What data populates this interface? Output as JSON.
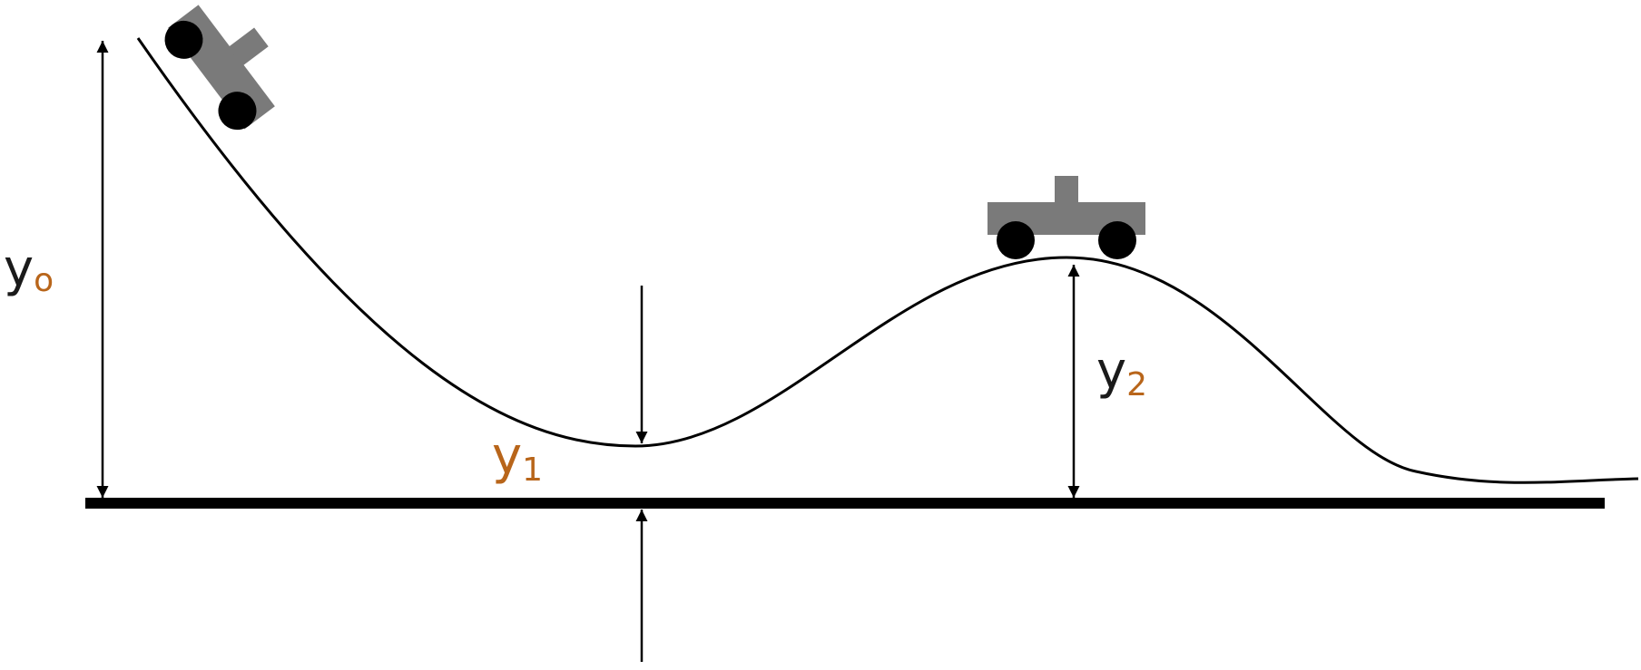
{
  "labels": {
    "y0": {
      "main": "y",
      "sub": "o"
    },
    "y1": {
      "main": "y",
      "sub": "1"
    },
    "y2": {
      "main": "y",
      "sub": "2"
    }
  },
  "colors": {
    "line": "#000000",
    "cart_body": "#7a7a7a",
    "wheel": "#000000",
    "y_letter": "#1a1a1a",
    "subscript": "#b8651a",
    "y1_letter": "#b8651a"
  }
}
